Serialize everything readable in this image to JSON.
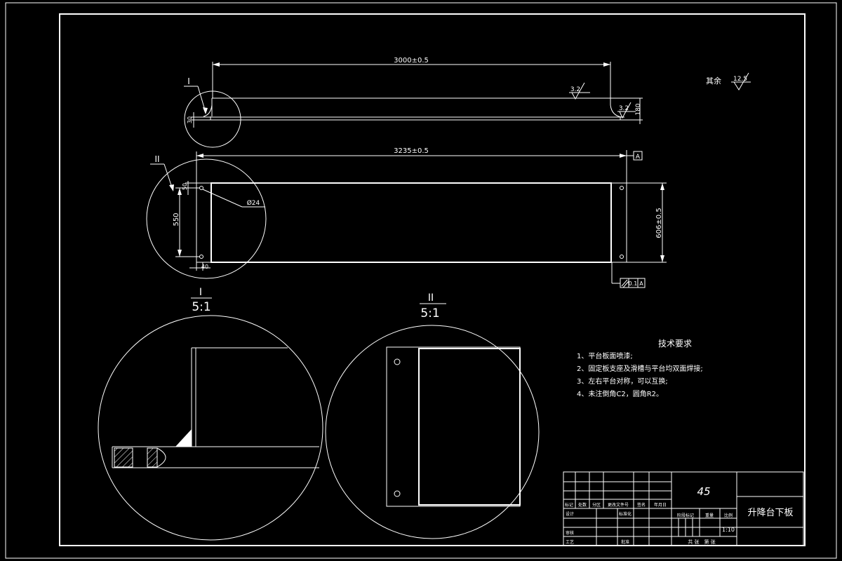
{
  "colors": {
    "background": "#000000",
    "line": "#ffffff"
  },
  "top_view": {
    "length_dim": "3000±0.5",
    "roughness_top": "3.2",
    "roughness_end": "3.2",
    "height_dim": "180",
    "left_dim": "30",
    "detail_marker": "I"
  },
  "plan_view": {
    "length_dim": "3235±0.5",
    "datum": "A",
    "hole_dim": "Ø24",
    "hole_spacing": "550",
    "hole_offset": "50",
    "bottom_dim": "40",
    "width_dim": "606±0.5",
    "detail_marker": "II",
    "tolerance_value": "0.1",
    "tolerance_datum": "A"
  },
  "detail_one": {
    "label": "I",
    "scale": "5:1"
  },
  "detail_two": {
    "label": "II",
    "scale": "5:1"
  },
  "roughness_other": {
    "label": "其余",
    "value": "12.5"
  },
  "tech_requirements": {
    "title": "技术要求",
    "items": [
      "1、平台板面喷漆;",
      "2、固定板支座及滑槽与平台均双面焊接;",
      "3、左右平台对称，可以互换;",
      "4、未注倒角C2，圆角R2。"
    ]
  },
  "title_block": {
    "material": "45",
    "part_name": "升降台下板",
    "scale": "1:10",
    "hdr_mark": "标记",
    "hdr_count": "处数",
    "hdr_zone": "分区",
    "hdr_doc": "更改文件号",
    "hdr_sign": "签名",
    "hdr_date": "年月日",
    "lbl_design": "设计",
    "lbl_std": "标准化",
    "lbl_stage": "阶段标记",
    "lbl_weight": "重量",
    "lbl_ratio": "比例",
    "lbl_review": "审核",
    "lbl_process": "工艺",
    "lbl_approve": "批准",
    "lbl_sheet": "共 张　第 张"
  }
}
